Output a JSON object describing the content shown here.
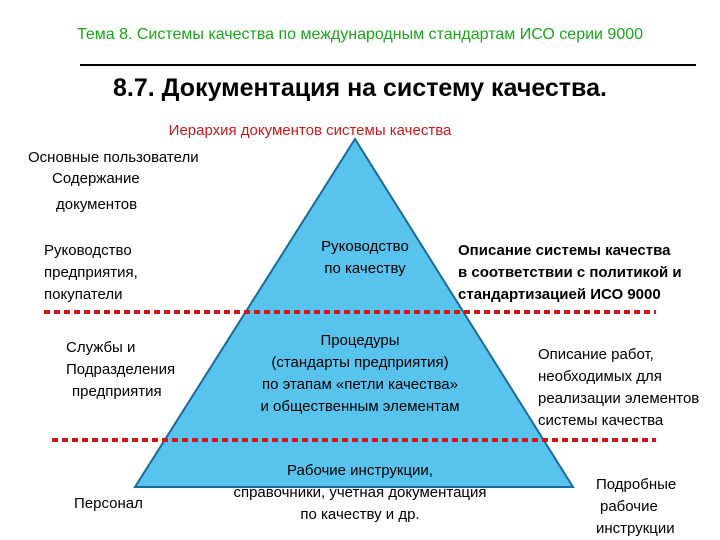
{
  "header": "Тема 8. Системы качества по международным стандартам ИСО серии 9000",
  "title": "8.7. Документация на систему качества.",
  "subtitle": "Иерархия документов системы качества",
  "column_head": {
    "line1": "Основные пользователи",
    "line2": "Содержание",
    "line3": "документов"
  },
  "left": {
    "level1": [
      "Руководство",
      "предприятия,",
      "покупатели"
    ],
    "level2": [
      "Службы и",
      "Подразделения",
      "предприятия"
    ],
    "level3": [
      "Персонал"
    ]
  },
  "pyramid": {
    "tier1": [
      "Руководство",
      "по качеству"
    ],
    "tier2": [
      "Процедуры",
      "(стандарты предприятия)",
      "по этапам «петли качества»",
      "и общественным элементам"
    ],
    "tier3": [
      "Рабочие инструкции,",
      "справочники, учетная документация",
      "по качеству и др."
    ]
  },
  "right": {
    "level1": [
      "Описание системы качества",
      "в соответствии с политикой и",
      "стандартизацией ИСО 9000"
    ],
    "level2": [
      "Описание работ,",
      "необходимых для",
      "реализации элементов",
      "системы качества"
    ],
    "level3": [
      "Подробные",
      "рабочие",
      "инструкции"
    ]
  },
  "colors": {
    "header_text": "#18a818",
    "subtitle_text": "#d01818",
    "pyramid_fill": "#58c4ee",
    "pyramid_stroke": "#1a6a9a",
    "divider": "#d01818"
  }
}
